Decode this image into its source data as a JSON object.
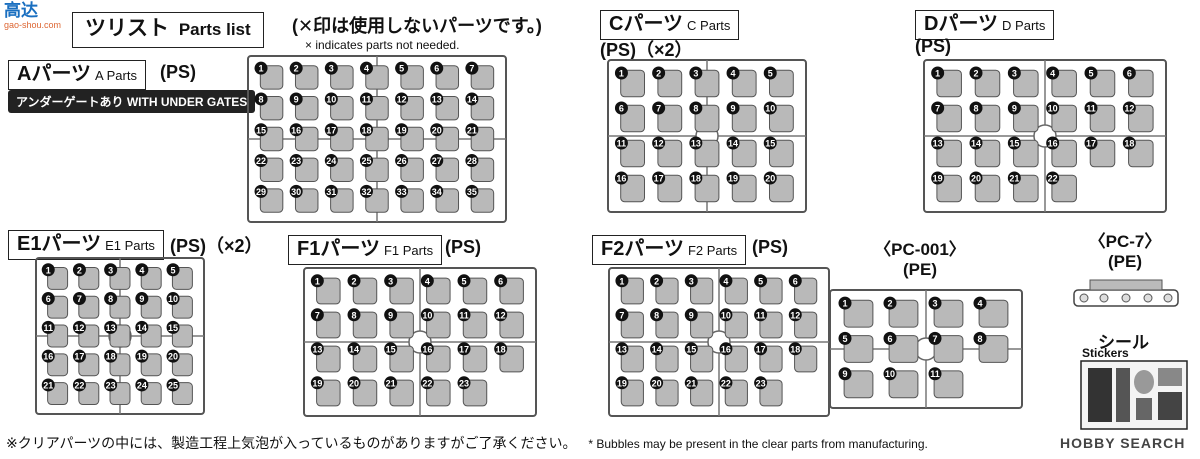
{
  "header": {
    "logo_kanji": "高达",
    "logo_domain": "gao-shou.com",
    "title_jp": "ツリスト",
    "title_en": "Parts list",
    "note_jp": "(✕印は使用しないパーツです。)",
    "note_en": "× indicates parts not needed."
  },
  "sections": {
    "a": {
      "label": "Aパーツ",
      "label_en": "A Parts",
      "mat": "(PS)",
      "badge": "アンダーゲートあり WITH UNDER GATES"
    },
    "c": {
      "label": "Cパーツ",
      "label_en": "C Parts",
      "mat": "(PS)（×2）"
    },
    "d": {
      "label": "Dパーツ",
      "label_en": "D Parts",
      "mat": "(PS)"
    },
    "e1": {
      "label": "E1パーツ",
      "label_en": "E1 Parts",
      "mat": "(PS)（×2）"
    },
    "f1": {
      "label": "F1パーツ",
      "label_en": "F1 Parts",
      "mat": "(PS)"
    },
    "f2": {
      "label": "F2パーツ",
      "label_en": "F2 Parts",
      "mat": "(PS)"
    },
    "pc001": {
      "label": "〈PC-001〉",
      "mat": "(PE)"
    },
    "pc7": {
      "label": "〈PC-7〉",
      "mat": "(PE)"
    },
    "stickers": {
      "label": "シール",
      "label_en": "Stickers"
    }
  },
  "footer": {
    "jp": "※クリアパーツの中には、製造工程上気泡が入っているものがありますがご了承ください。",
    "en": "* Bubbles may be present in the clear parts from manufacturing."
  },
  "watermark": {
    "text": "HOBBY SEARCH"
  },
  "runners": {
    "a": {
      "numbers": [
        1,
        2,
        3,
        4,
        5,
        6,
        7,
        8,
        9,
        10,
        11,
        12,
        13,
        14,
        15,
        16,
        17,
        18,
        19,
        20,
        21,
        22,
        23,
        24,
        25,
        26,
        27,
        28,
        29,
        30,
        31,
        32,
        33,
        34,
        35
      ]
    },
    "c": {
      "numbers": [
        1,
        2,
        3,
        4,
        5,
        6,
        7,
        8,
        9,
        10,
        11,
        12,
        13,
        14,
        15,
        16,
        17,
        18,
        19,
        20
      ]
    },
    "d": {
      "numbers": [
        1,
        2,
        3,
        4,
        5,
        6,
        7,
        8,
        9,
        10,
        11,
        12,
        13,
        14,
        15,
        16,
        17,
        18,
        19,
        20,
        21,
        22
      ]
    },
    "e1": {
      "numbers": [
        1,
        2,
        3,
        4,
        5,
        6,
        7,
        8,
        9,
        10,
        11,
        12,
        13,
        14,
        15,
        16,
        17,
        18,
        19,
        20,
        21,
        22,
        23,
        24,
        25
      ]
    },
    "f1": {
      "numbers": [
        1,
        2,
        3,
        4,
        5,
        6,
        7,
        8,
        9,
        10,
        11,
        12,
        13,
        14,
        15,
        16,
        17,
        18,
        19,
        20,
        21,
        22,
        23
      ]
    },
    "f2": {
      "numbers": [
        1,
        2,
        3,
        4,
        5,
        6,
        7,
        8,
        9,
        10,
        11,
        12,
        13,
        14,
        15,
        16,
        17,
        18,
        19,
        20,
        21,
        22,
        23
      ]
    },
    "pc001": {
      "numbers": [
        1,
        2,
        3,
        4,
        5,
        6,
        7,
        8,
        9,
        10,
        11
      ]
    }
  }
}
